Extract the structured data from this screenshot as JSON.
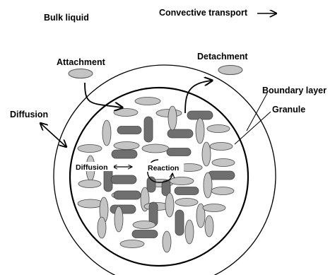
{
  "labels": {
    "bulk_liquid": "Bulk liquid",
    "convective_transport": "Convective transport",
    "attachment": "Attachment",
    "detachment": "Detachment",
    "boundary_layer": "Boundary layer",
    "granule": "Granule",
    "diffusion_outer": "Diffusion",
    "diffusion_inner": "Diffusion",
    "reaction": "Reaction"
  },
  "colors": {
    "light_cell": "#c4c4c4",
    "dark_cell": "#6f6f6f",
    "outline": "#000000",
    "background": "#ffffff"
  }
}
